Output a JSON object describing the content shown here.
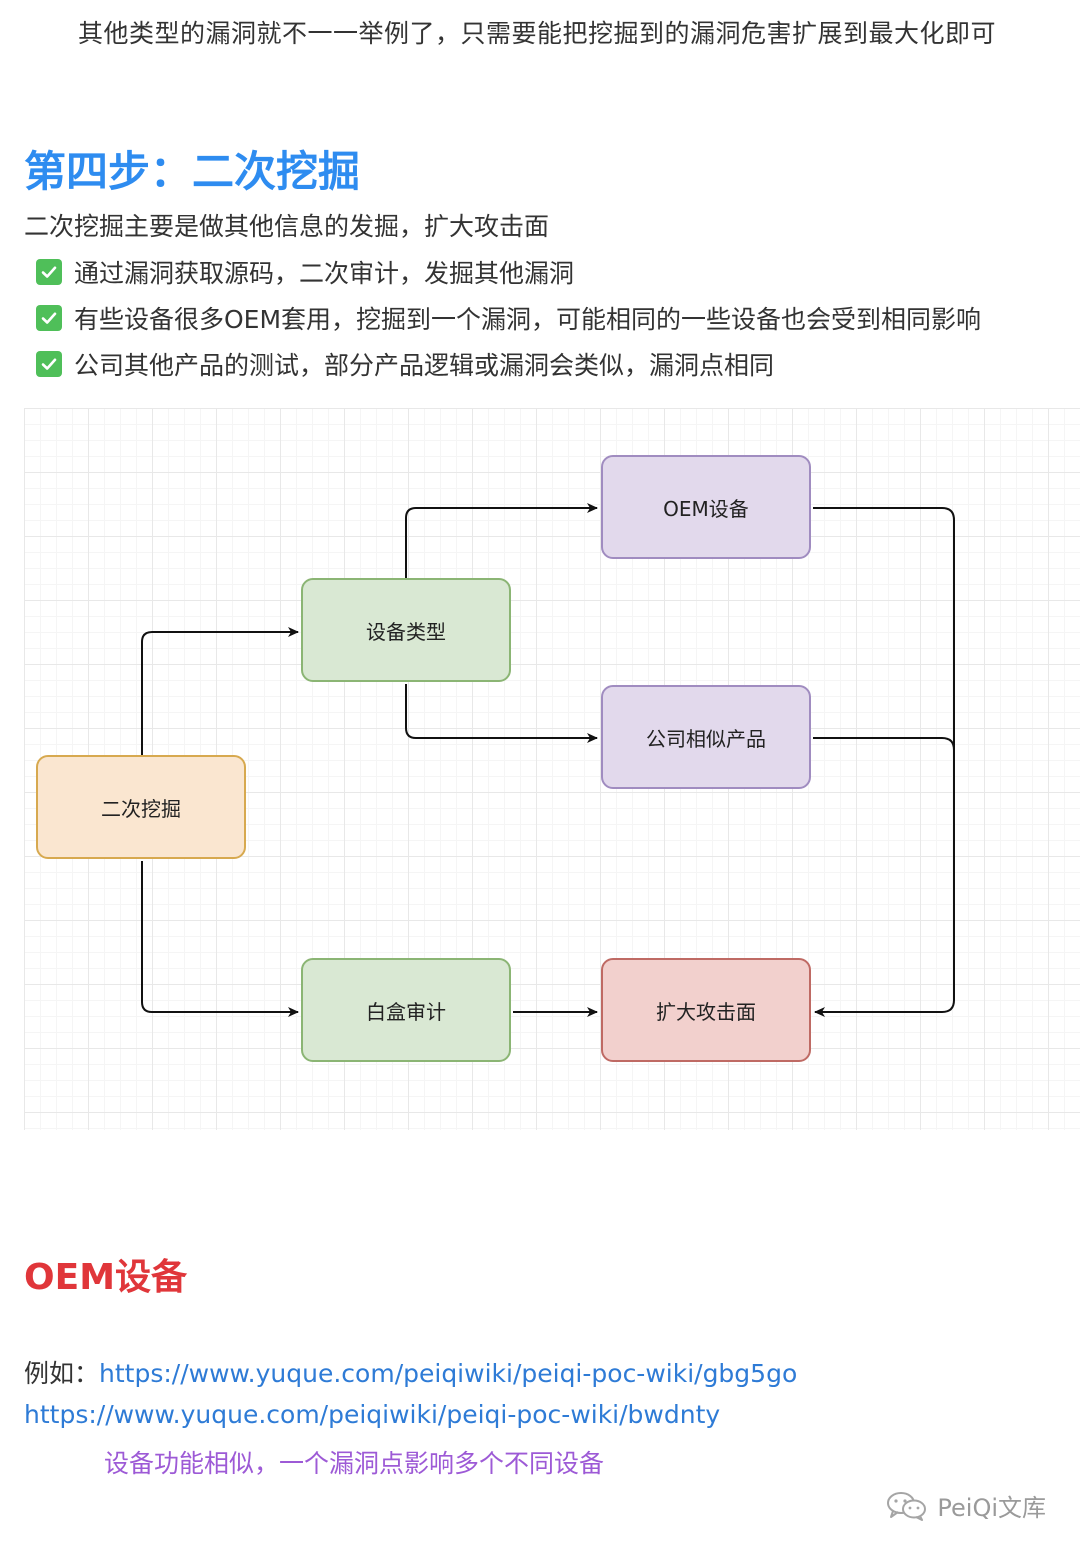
{
  "intro": "其他类型的漏洞就不一一举例了，只需要能把挖掘到的漏洞危害扩展到最大化即可",
  "section": {
    "heading": "第四步：二次挖掘",
    "description": "二次挖掘主要是做其他信息的发掘，扩大攻击面",
    "checklist": [
      "通过漏洞获取源码，二次审计，发掘其他漏洞",
      "有些设备很多OEM套用，挖掘到一个漏洞，可能相同的一些设备也会受到相同影响",
      "公司其他产品的测试，部分产品逻辑或漏洞会类似，漏洞点相同"
    ]
  },
  "diagram": {
    "nodes": {
      "root": "二次挖掘",
      "device_type": "设备类型",
      "oem": "OEM设备",
      "similar_products": "公司相似产品",
      "whitebox": "白盒审计",
      "expand": "扩大攻击面"
    },
    "colors": {
      "orange_fill": "#fae6d0",
      "orange_border": "#d7a94f",
      "green_fill": "#d9e8d3",
      "green_border": "#8bb574",
      "purple_fill": "#e2d9ec",
      "purple_border": "#a08cc0",
      "red_fill": "#f2d0cd",
      "red_border": "#bf6a64"
    }
  },
  "oem_section": {
    "heading": "OEM设备",
    "example_prefix": "例如：",
    "link1": "https://www.yuque.com/peiqiwiki/peiqi-poc-wiki/gbg5go",
    "link2": "https://www.yuque.com/peiqiwiki/peiqi-poc-wiki/bwdnty",
    "note": "设备功能相似，一个漏洞点影响多个不同设备"
  },
  "watermark": "PeiQi文库",
  "icons": {
    "check": "check-square-icon",
    "wechat": "wechat-icon"
  },
  "accent_colors": {
    "heading_blue": "#2e8cf0",
    "heading_red": "#e0363a",
    "note_purple": "#9d5ad6",
    "link_blue": "#2e7bd6",
    "check_green": "#4fbf59"
  }
}
